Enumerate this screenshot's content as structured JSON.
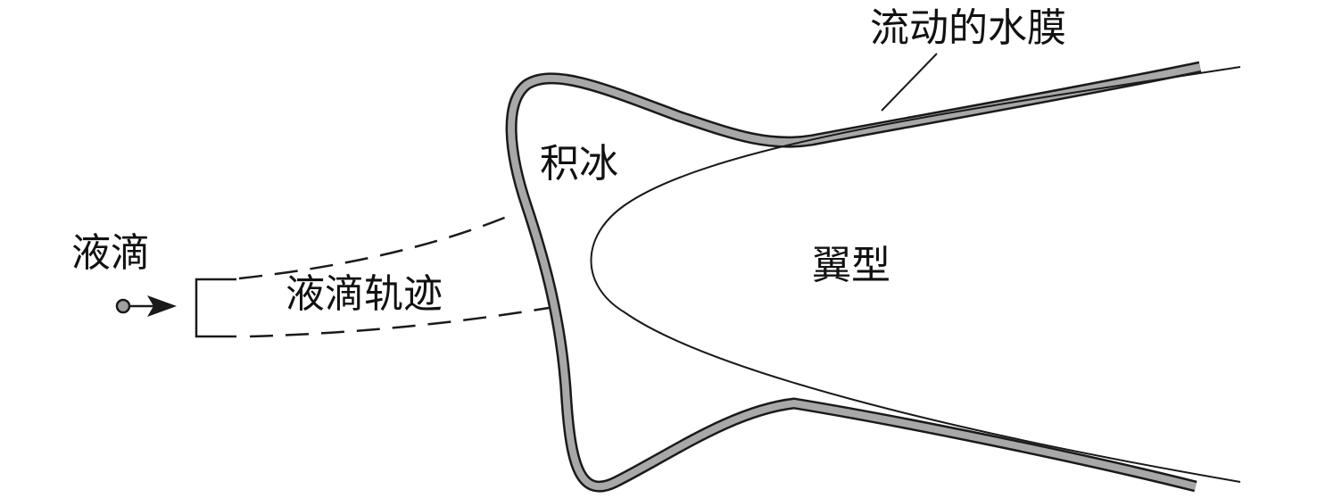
{
  "labels": {
    "water_film": "流动的水膜",
    "ice": "积冰",
    "droplet": "液滴",
    "droplet_trajectory": "液滴轨迹",
    "airfoil": "翼型"
  },
  "colors": {
    "ice_band": "#a8a8a8",
    "outline": "#1a1a1a",
    "droplet": "#a0a0a0"
  }
}
